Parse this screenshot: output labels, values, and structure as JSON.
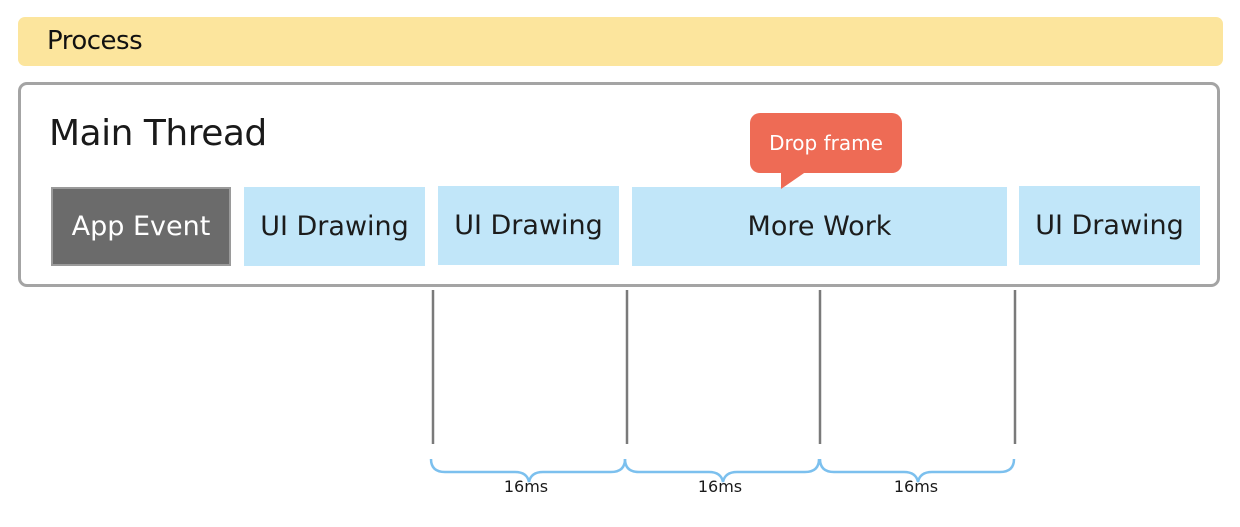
{
  "process": {
    "label": "Process"
  },
  "main_thread": {
    "title": "Main Thread",
    "blocks": [
      {
        "label": "App Event",
        "kind": "event"
      },
      {
        "label": "UI Drawing",
        "kind": "work"
      },
      {
        "label": "UI Drawing",
        "kind": "work"
      },
      {
        "label": "More Work",
        "kind": "work"
      },
      {
        "label": "UI Drawing",
        "kind": "work"
      }
    ]
  },
  "callout": {
    "label": "Drop frame"
  },
  "intervals": [
    {
      "label": "16ms"
    },
    {
      "label": "16ms"
    },
    {
      "label": "16ms"
    }
  ],
  "colors": {
    "process_bg": "#fce59d",
    "work_block": "#c1e6f9",
    "event_block": "#6b6b6b",
    "callout": "#ee6b55",
    "brace": "#7cc0ee",
    "marker_line": "#7a7a7a"
  }
}
